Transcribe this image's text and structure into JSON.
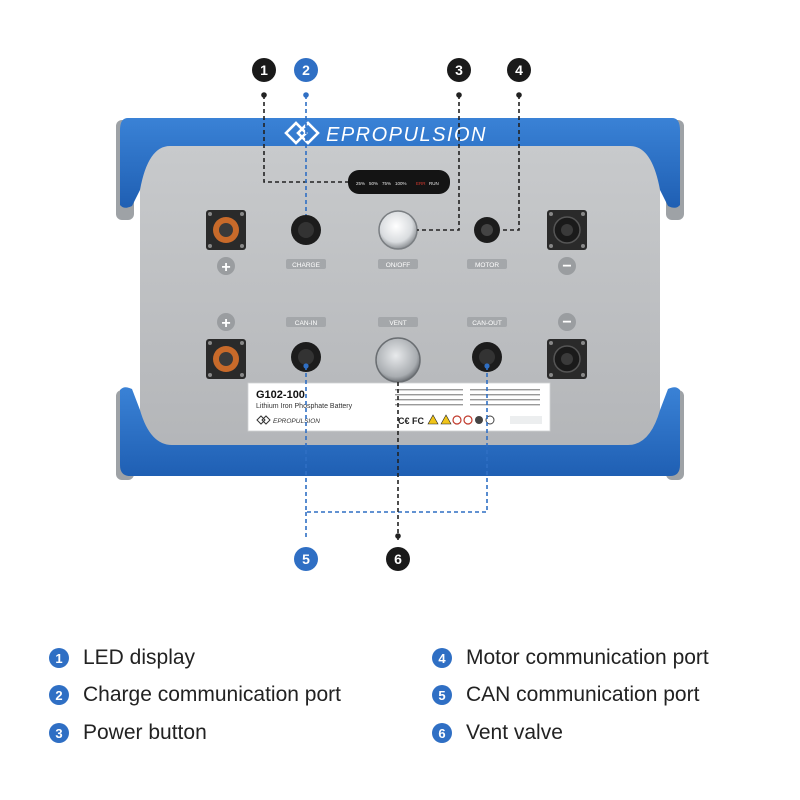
{
  "colors": {
    "blue": "#2f6fc4",
    "dark": "#1a1a1a",
    "panel": "#bfc1c3",
    "frame": "#2b6fc7",
    "dashed_dark": "#222222",
    "dashed_blue": "#2f6fc4"
  },
  "brand": {
    "name": "EPROPULSION",
    "logo_icon": "epropulsion-logo-icon"
  },
  "led": {
    "levels": [
      "25%",
      "50%",
      "75%",
      "100%"
    ],
    "error": "ERR",
    "status": "RUN"
  },
  "ports": {
    "charge": "CHARGE",
    "onoff": "ON/OFF",
    "motor": "MOTOR",
    "can_in": "CAN-IN",
    "vent": "VENT",
    "can_out": "CAN-OUT",
    "plus": "+",
    "minus": "−"
  },
  "nameplate": {
    "model": "G102-100",
    "subtitle": "Lithium Iron Phosphate Battery",
    "brand": "EPROPULSION"
  },
  "callouts": [
    {
      "num": "1",
      "color": "#1a1a1a"
    },
    {
      "num": "2",
      "color": "#2f6fc4"
    },
    {
      "num": "3",
      "color": "#1a1a1a"
    },
    {
      "num": "4",
      "color": "#1a1a1a"
    },
    {
      "num": "5",
      "color": "#2f6fc4"
    },
    {
      "num": "6",
      "color": "#1a1a1a"
    }
  ],
  "legend": [
    {
      "num": "1",
      "label": "LED display"
    },
    {
      "num": "2",
      "label": "Charge communication port"
    },
    {
      "num": "3",
      "label": "Power button"
    },
    {
      "num": "4",
      "label": "Motor communication port"
    },
    {
      "num": "5",
      "label": "CAN communication port"
    },
    {
      "num": "6",
      "label": "Vent valve"
    }
  ]
}
